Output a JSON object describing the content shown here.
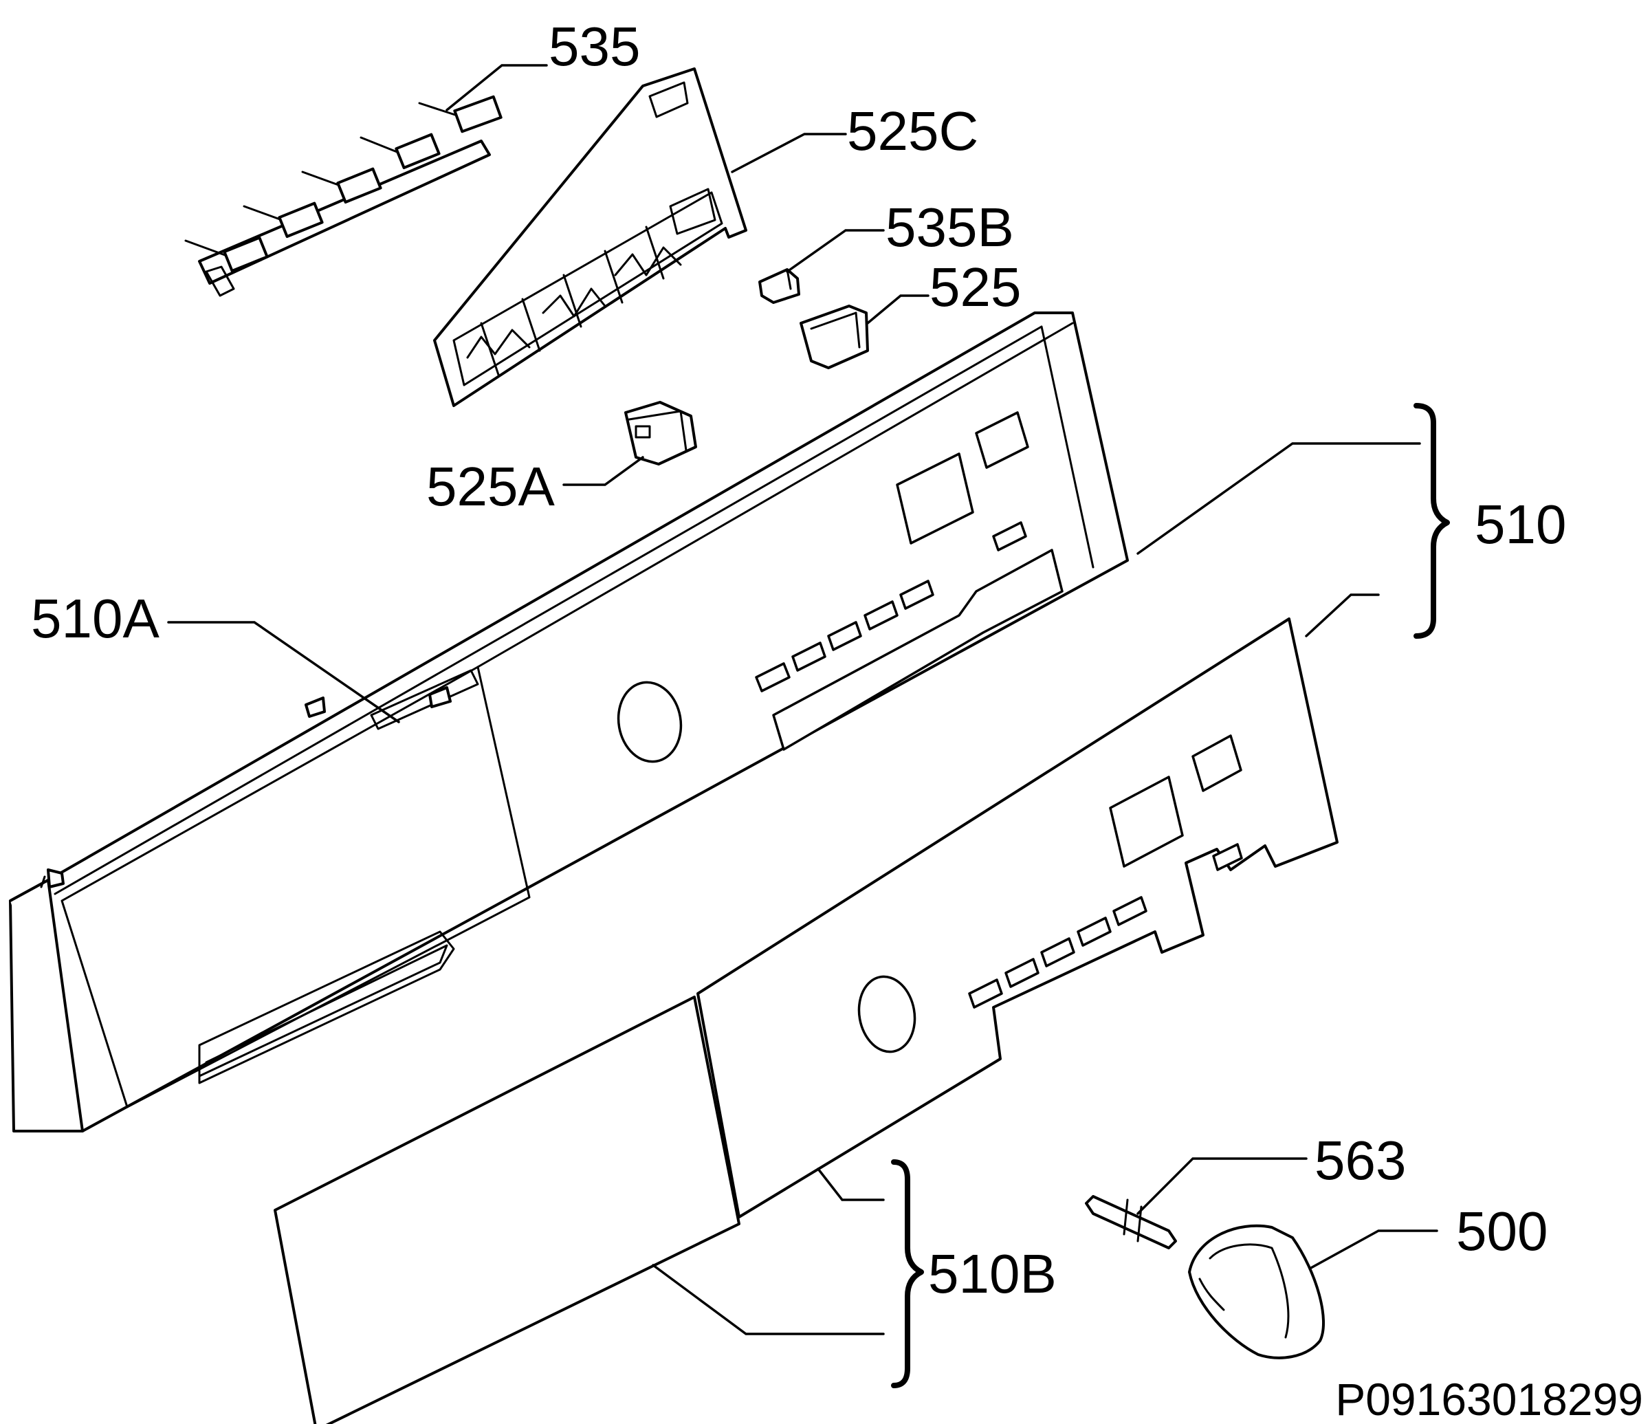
{
  "diagram": {
    "callouts": {
      "p535": "535",
      "p525c": "525C",
      "p535b": "535B",
      "p525": "525",
      "p525a": "525A",
      "p510": "510",
      "p510a": "510A",
      "p510b": "510B",
      "p563": "563",
      "p500": "500"
    },
    "document_id": "P09163018299"
  }
}
